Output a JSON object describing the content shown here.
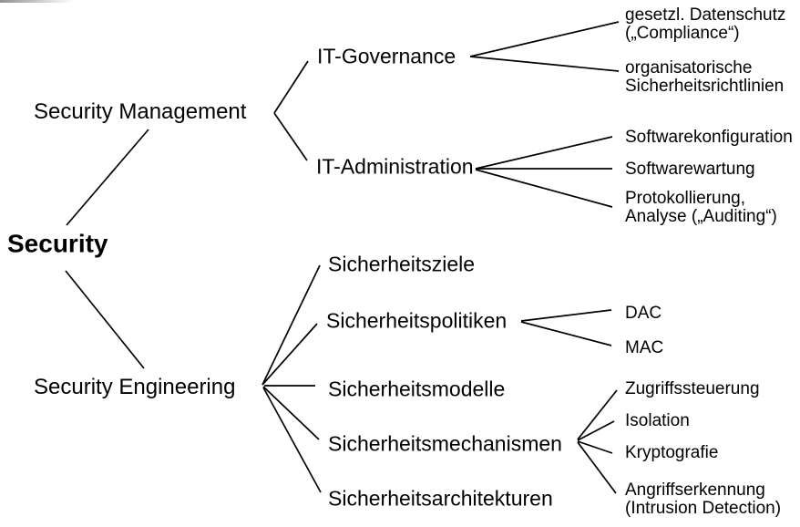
{
  "diagram": {
    "colors": {
      "background": "#ffffff",
      "text": "#000000",
      "connector": "#000000"
    },
    "nodes": {
      "root": {
        "label": "Security"
      },
      "management": {
        "label": "Security Management"
      },
      "engineering": {
        "label": "Security Engineering"
      },
      "governance": {
        "label": "IT-Governance"
      },
      "administration": {
        "label": "IT-Administration"
      },
      "governance_children": [
        {
          "line1": "gesetzl. Datenschutz",
          "line2": "(„Compliance“)"
        },
        {
          "line1": "organisatorische",
          "line2": "Sicherheitsrichtlinien"
        }
      ],
      "administration_children": [
        {
          "line1": "Softwarekonfiguration"
        },
        {
          "line1": "Softwarewartung"
        },
        {
          "line1": "Protokollierung,",
          "line2": "Analyse („Auditing“)"
        }
      ],
      "engineering_children": [
        {
          "label": "Sicherheitsziele"
        },
        {
          "label": "Sicherheitspolitiken"
        },
        {
          "label": "Sicherheitsmodelle"
        },
        {
          "label": "Sicherheitsmechanismen"
        },
        {
          "label": "Sicherheitsarchitekturen"
        }
      ],
      "politiken_children": [
        {
          "label": "DAC"
        },
        {
          "label": "MAC"
        }
      ],
      "mechanismen_children": [
        {
          "line1": "Zugriffssteuerung"
        },
        {
          "line1": "Isolation"
        },
        {
          "line1": "Kryptografie"
        },
        {
          "line1": "Angriffserkennung",
          "line2": "(Intrusion Detection)"
        }
      ]
    }
  }
}
